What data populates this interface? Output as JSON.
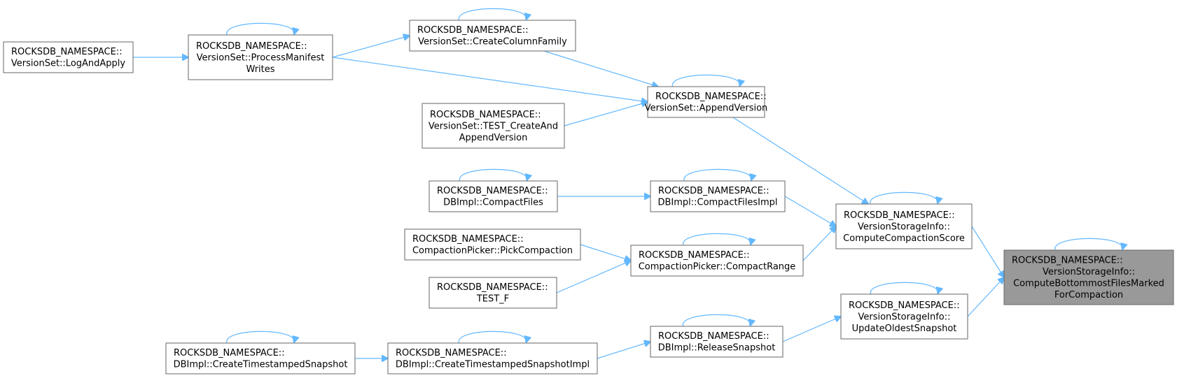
{
  "graph": {
    "nodes": [
      {
        "id": "n0",
        "lines": [
          "ROCKSDB_NAMESPACE::",
          "VersionStorageInfo::",
          "ComputeBottommostFilesMarked",
          "ForCompaction"
        ],
        "focus": true
      },
      {
        "id": "n1",
        "lines": [
          "ROCKSDB_NAMESPACE::",
          "VersionStorageInfo::",
          "ComputeCompactionScore"
        ]
      },
      {
        "id": "n2",
        "lines": [
          "ROCKSDB_NAMESPACE::",
          "VersionSet::AppendVersion"
        ]
      },
      {
        "id": "n3",
        "lines": [
          "ROCKSDB_NAMESPACE::",
          "VersionSet::CreateColumnFamily"
        ]
      },
      {
        "id": "n4",
        "lines": [
          "ROCKSDB_NAMESPACE::",
          "VersionSet::ProcessManifest",
          "Writes"
        ]
      },
      {
        "id": "n5",
        "lines": [
          "ROCKSDB_NAMESPACE::",
          "VersionSet::LogAndApply"
        ]
      },
      {
        "id": "n6",
        "lines": [
          "ROCKSDB_NAMESPACE::",
          "VersionSet::TEST_CreateAnd",
          "AppendVersion"
        ]
      },
      {
        "id": "n7",
        "lines": [
          "ROCKSDB_NAMESPACE::",
          "DBImpl::CompactFilesImpl"
        ]
      },
      {
        "id": "n8",
        "lines": [
          "ROCKSDB_NAMESPACE::",
          "DBImpl::CompactFiles"
        ]
      },
      {
        "id": "n9",
        "lines": [
          "ROCKSDB_NAMESPACE::",
          "CompactionPicker::CompactRange"
        ]
      },
      {
        "id": "n10",
        "lines": [
          "ROCKSDB_NAMESPACE::",
          "CompactionPicker::PickCompaction"
        ]
      },
      {
        "id": "n11",
        "lines": [
          "ROCKSDB_NAMESPACE::",
          "TEST_F"
        ]
      },
      {
        "id": "n12",
        "lines": [
          "ROCKSDB_NAMESPACE::",
          "VersionStorageInfo::",
          "UpdateOldestSnapshot"
        ]
      },
      {
        "id": "n13",
        "lines": [
          "ROCKSDB_NAMESPACE::",
          "DBImpl::ReleaseSnapshot"
        ]
      },
      {
        "id": "n14",
        "lines": [
          "ROCKSDB_NAMESPACE::",
          "DBImpl::CreateTimestampedSnapshotImpl"
        ]
      },
      {
        "id": "n15",
        "lines": [
          "ROCKSDB_NAMESPACE::",
          "DBImpl::CreateTimestampedSnapshot"
        ]
      }
    ],
    "edges": [
      {
        "from": "n1",
        "to": "n0"
      },
      {
        "from": "n12",
        "to": "n0"
      },
      {
        "from": "n2",
        "to": "n1"
      },
      {
        "from": "n7",
        "to": "n1"
      },
      {
        "from": "n9",
        "to": "n1"
      },
      {
        "from": "n3",
        "to": "n2"
      },
      {
        "from": "n4",
        "to": "n2"
      },
      {
        "from": "n6",
        "to": "n2"
      },
      {
        "from": "n4",
        "to": "n3"
      },
      {
        "from": "n5",
        "to": "n4"
      },
      {
        "from": "n8",
        "to": "n7"
      },
      {
        "from": "n10",
        "to": "n9"
      },
      {
        "from": "n11",
        "to": "n9"
      },
      {
        "from": "n13",
        "to": "n12"
      },
      {
        "from": "n14",
        "to": "n13"
      },
      {
        "from": "n15",
        "to": "n14"
      }
    ],
    "self_loops": [
      "n0",
      "n1",
      "n2",
      "n3",
      "n4",
      "n7",
      "n8",
      "n9",
      "n12",
      "n13",
      "n14",
      "n15"
    ],
    "colors": {
      "edge": "#63b8ff",
      "focus_fill": "#999999",
      "border": "#666666"
    }
  }
}
